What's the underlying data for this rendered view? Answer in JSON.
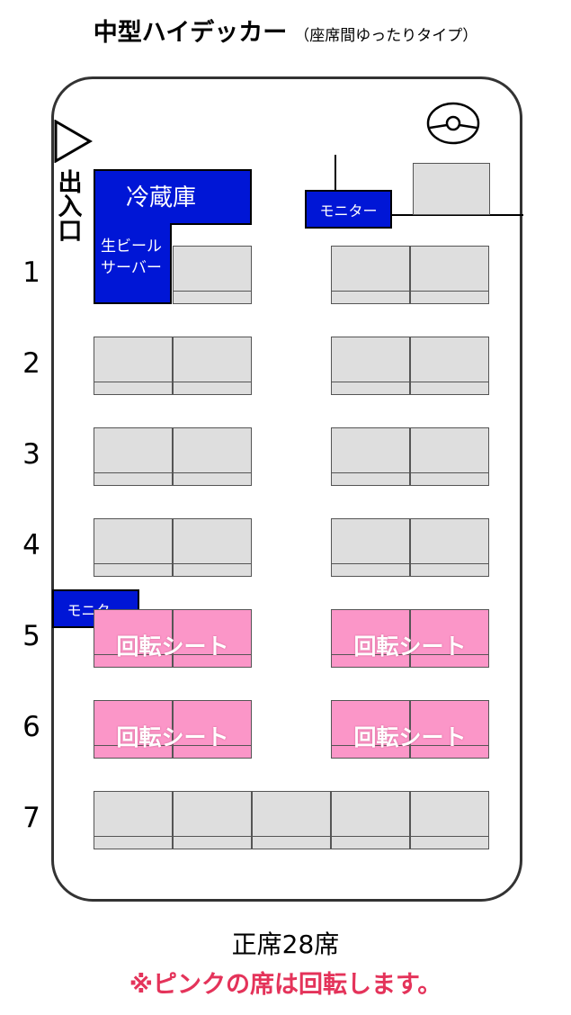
{
  "title": {
    "main": "中型ハイデッカー",
    "sub": "（座席間ゆったりタイプ）"
  },
  "entrance_label": "出入口",
  "fridge_label": "冷蔵庫",
  "beer_server_label": [
    "生ビール",
    "サーバー"
  ],
  "monitor_label": "モニター",
  "rotating_seat_label": "回転シート",
  "row_numbers": [
    "1",
    "2",
    "3",
    "4",
    "5",
    "6",
    "7"
  ],
  "total_seats": "正席28席",
  "note": "※ピンクの席は回転します。",
  "colors": {
    "seat_gray": "#dedede",
    "seat_pink": "#fb96c8",
    "equipment_blue": "#0016d6",
    "note_red": "#e4335a"
  }
}
